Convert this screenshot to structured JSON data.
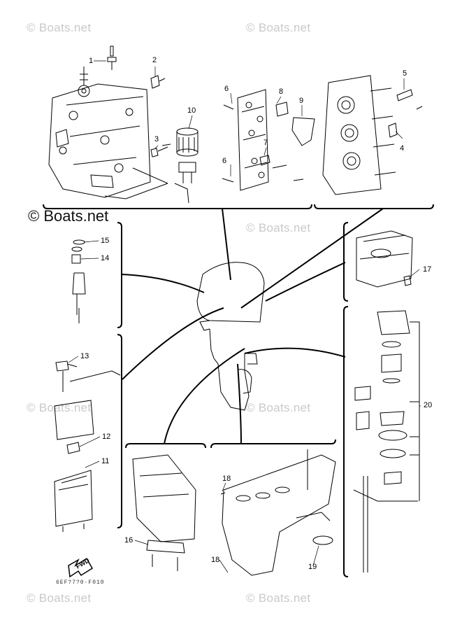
{
  "watermark": {
    "text": "© Boats.net",
    "prominent_text": "© Boats.net"
  },
  "callouts": [
    "1",
    "2",
    "3",
    "4",
    "5",
    "6",
    "6",
    "7",
    "8",
    "9",
    "10",
    "11",
    "12",
    "13",
    "14",
    "15",
    "16",
    "17",
    "18",
    "18",
    "19",
    "20"
  ],
  "fwd_label": "FWD",
  "drawing_code": "6EF?7?0·F010",
  "colors": {
    "line": "#000000",
    "watermark": "#c9c9c9",
    "background": "#ffffff"
  }
}
